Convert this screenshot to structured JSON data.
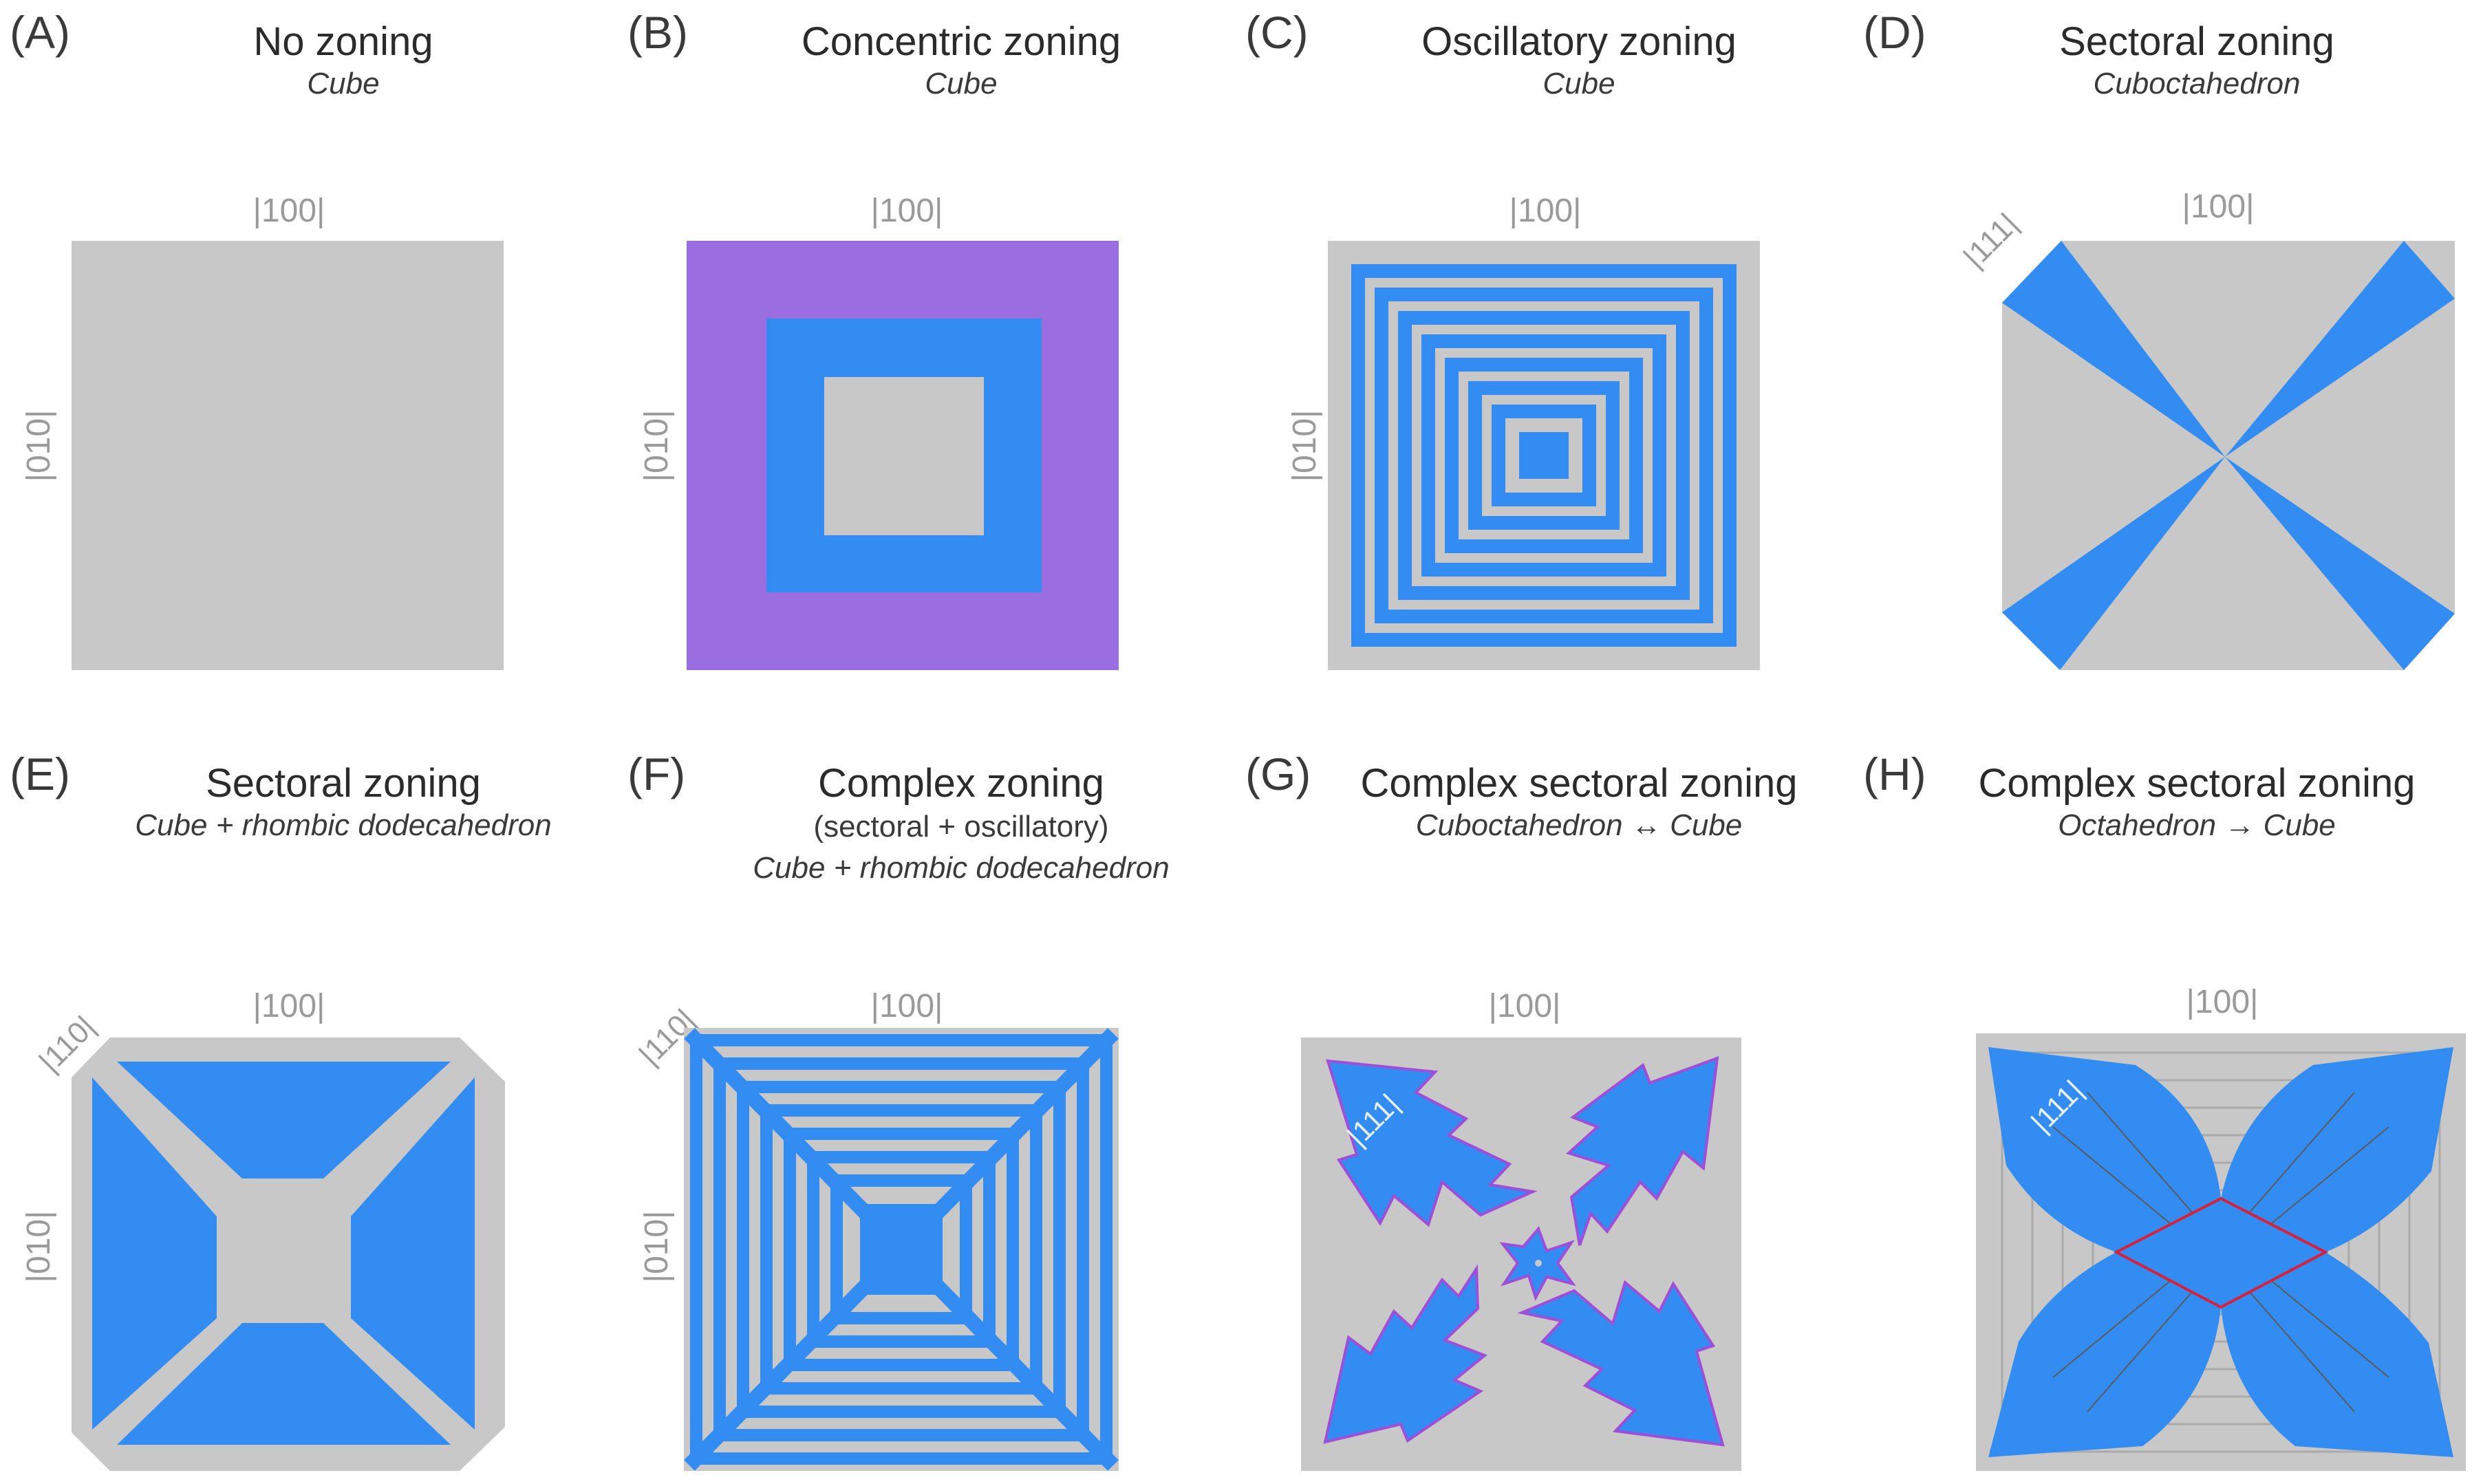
{
  "colors": {
    "gray": "#c8c8c8",
    "blue": "#338cf2",
    "purple": "#9a6ee0",
    "outline_purple": "#a04ed8",
    "red": "#d8203a",
    "label_gray": "#9a9a9a"
  },
  "panels": [
    {
      "id": "A",
      "letter": "(A)",
      "title": "No zoning",
      "subtitle": "Cube",
      "labels": {
        "top": "|100|",
        "left": "|010|"
      }
    },
    {
      "id": "B",
      "letter": "(B)",
      "title": "Concentric zoning",
      "subtitle": "Cube",
      "labels": {
        "top": "|100|",
        "left": "|010|"
      }
    },
    {
      "id": "C",
      "letter": "(C)",
      "title": "Oscillatory zoning",
      "subtitle": "Cube",
      "labels": {
        "top": "|100|",
        "left": "|010|"
      }
    },
    {
      "id": "D",
      "letter": "(D)",
      "title": "Sectoral zoning",
      "subtitle": "Cuboctahedron",
      "labels": {
        "top": "|100|",
        "corner": "|111|"
      }
    },
    {
      "id": "E",
      "letter": "(E)",
      "title": "Sectoral zoning",
      "subtitle": "Cube + rhombic dodecahedron",
      "labels": {
        "top": "|100|",
        "left": "|010|",
        "corner": "|110|"
      }
    },
    {
      "id": "F",
      "letter": "(F)",
      "title": "Complex zoning",
      "note": "(sectoral + oscillatory)",
      "subtitle": "Cube + rhombic dodecahedron",
      "labels": {
        "top": "|100|",
        "left": "|010|",
        "corner": "|110|"
      }
    },
    {
      "id": "G",
      "letter": "(G)",
      "title": "Complex sectoral zoning",
      "subtitle": "Cuboctahedron ↔ Cube",
      "labels": {
        "top": "|100|",
        "inner": "|111|"
      }
    },
    {
      "id": "H",
      "letter": "(H)",
      "title": "Complex sectoral zoning",
      "subtitle": "Octahedron → Cube",
      "labels": {
        "top": "|100|",
        "inner": "|111|"
      }
    }
  ]
}
